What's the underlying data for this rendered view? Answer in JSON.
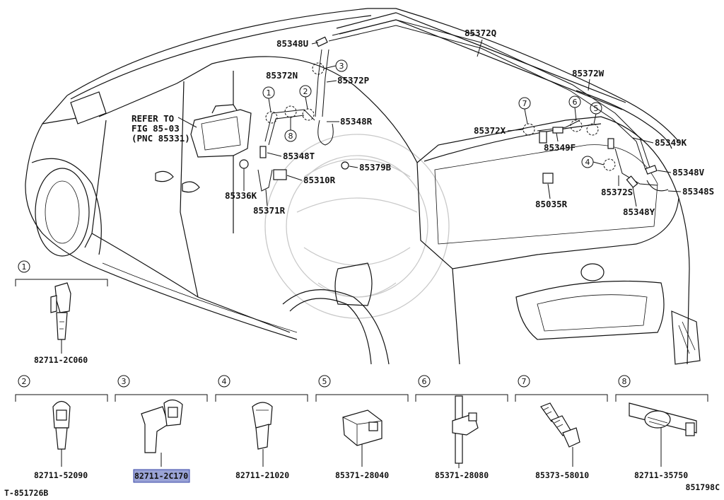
{
  "diagram": {
    "codes": {
      "left": "T-851726B",
      "right": "851798C"
    },
    "refer": {
      "line1": "REFER TO",
      "line2": "FIG 85-03",
      "line3": "(PNC 85331)"
    },
    "callouts": {
      "c85348U": "85348U",
      "c85372Q": "85372Q",
      "c85372N": "85372N",
      "c85372P": "85372P",
      "c85348R": "85348R",
      "c85348T": "85348T",
      "c85379B": "85379B",
      "c85310R": "85310R",
      "c85336K": "85336K",
      "c85371R": "85371R",
      "c85372W": "85372W",
      "c85372X": "85372X",
      "c85349F": "85349F",
      "c85349K": "85349K",
      "c85348V": "85348V",
      "c85372S": "85372S",
      "c85348S": "85348S",
      "c85348Y": "85348Y",
      "c85035R": "85035R"
    },
    "markers": [
      "1",
      "2",
      "3",
      "4",
      "5",
      "6",
      "7",
      "8"
    ],
    "panels": {
      "p1": {
        "num": "1",
        "part": "82711-2C060"
      },
      "p2": {
        "num": "2",
        "part": "82711-52090"
      },
      "p3": {
        "num": "3",
        "part": "82711-2C170",
        "highlighted": true
      },
      "p4": {
        "num": "4",
        "part": "82711-21020"
      },
      "p5": {
        "num": "5",
        "part": "85371-28040"
      },
      "p6": {
        "num": "6",
        "part": "85371-28080"
      },
      "p7": {
        "num": "7",
        "part": "85373-58010"
      },
      "p8": {
        "num": "8",
        "part": "82711-35750"
      }
    },
    "colors": {
      "highlight_fill": "#9aa3d6",
      "highlight_border": "#3a47a8",
      "line": "#111111"
    }
  }
}
